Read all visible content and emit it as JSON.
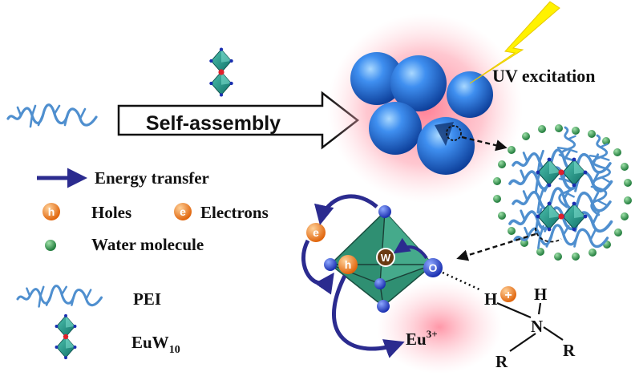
{
  "process_label": "Self-assembly",
  "uv_label": "UV excitation",
  "legend": {
    "energy_transfer": "Energy transfer",
    "holes_symbol": "h",
    "holes": "Holes",
    "electrons_symbol": "e",
    "electrons": "Electrons",
    "water": "Water molecule",
    "pei": "PEI",
    "euw_main": "EuW",
    "euw_sub": "10"
  },
  "mechanism": {
    "w_label": "W",
    "o_label": "O",
    "e_label": "e",
    "h_label": "h",
    "eu_main": "Eu",
    "eu_sup": "3+",
    "amine_h1": "H",
    "amine_h2": "H",
    "amine_n": "N",
    "amine_r1": "R",
    "amine_r2": "R",
    "amine_plus": "+"
  },
  "colors": {
    "arrow_blue": "#2b2b8f",
    "sphere_blue": "#1f6fd6",
    "glow_pink": "#ff7a90",
    "lightning": "#fff200",
    "polymer": "#4f8fcf",
    "cluster_green": "#1a8f7f",
    "water_green": "#2e9a4e",
    "badge_orange": "#f07a1a"
  }
}
